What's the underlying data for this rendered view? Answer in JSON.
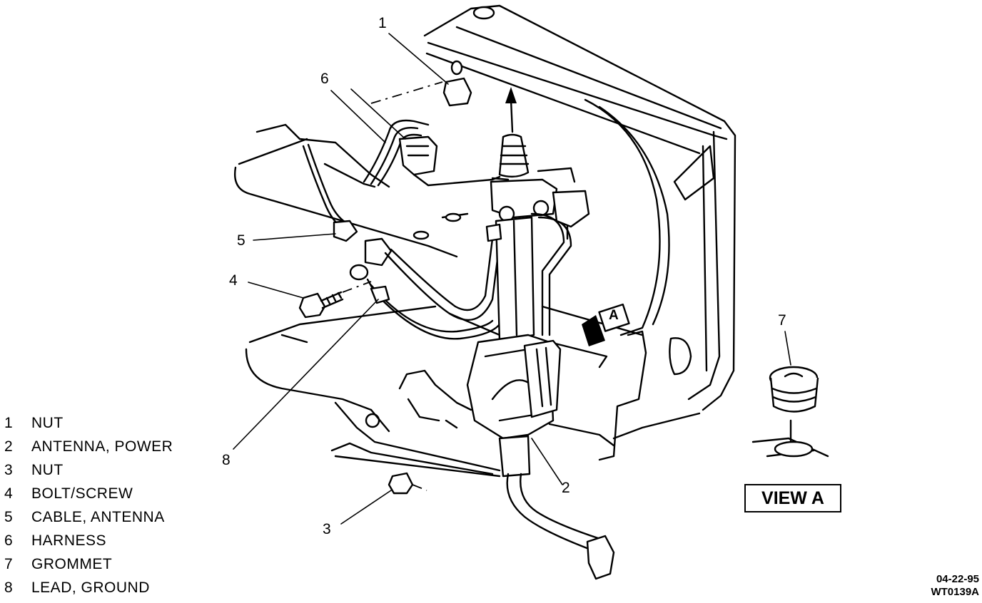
{
  "callouts": [
    "1",
    "2",
    "3",
    "4",
    "5",
    "6",
    "7",
    "8"
  ],
  "legend": [
    {
      "num": "1",
      "label": "NUT"
    },
    {
      "num": "2",
      "label": "ANTENNA, POWER"
    },
    {
      "num": "3",
      "label": "NUT"
    },
    {
      "num": "4",
      "label": "BOLT/SCREW"
    },
    {
      "num": "5",
      "label": "CABLE, ANTENNA"
    },
    {
      "num": "6",
      "label": "HARNESS"
    },
    {
      "num": "7",
      "label": "GROMMET"
    },
    {
      "num": "8",
      "label": "LEAD, GROUND"
    }
  ],
  "view_arrow_label": "A",
  "view_box_label": "VIEW A",
  "date_code": "04-22-95",
  "figure_code": "WT0139A"
}
